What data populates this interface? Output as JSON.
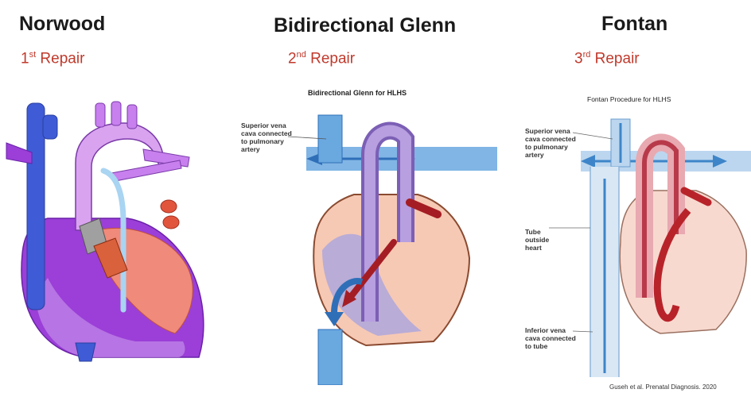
{
  "panels": [
    {
      "title": "Norwood",
      "ordinal": "1",
      "ordinal_suffix": "st",
      "repair_word": "Repair",
      "figure_caption": "",
      "labels": []
    },
    {
      "title": "Bidirectional Glenn",
      "ordinal": "2",
      "ordinal_suffix": "nd",
      "repair_word": "Repair",
      "figure_caption": "Bidirectional Glenn for HLHS",
      "labels": [
        {
          "lines": [
            "Superior vena",
            "cava connected",
            "to pulmonary",
            "artery"
          ]
        }
      ]
    },
    {
      "title": "Fontan",
      "ordinal": "3",
      "ordinal_suffix": "rd",
      "repair_word": "Repair",
      "figure_caption": "Fontan Procedure for HLHS",
      "labels": [
        {
          "lines": [
            "Superior vena",
            "cava connected",
            "to pulmonary",
            "artery"
          ]
        },
        {
          "lines": [
            "Tube",
            "outside",
            "heart"
          ]
        },
        {
          "lines": [
            "Inferior vena",
            "cava connected",
            "to tube"
          ]
        }
      ]
    }
  ],
  "citation": "Guseh et al. Prenatal Diagnosis. 2020",
  "colors": {
    "title": "#1a1a1a",
    "subtitle": "#c0392b",
    "deoxy_blue": "#3f5bd6",
    "heart_purple": "#9b3fd8",
    "oxy_red": "#b8232a"
  }
}
